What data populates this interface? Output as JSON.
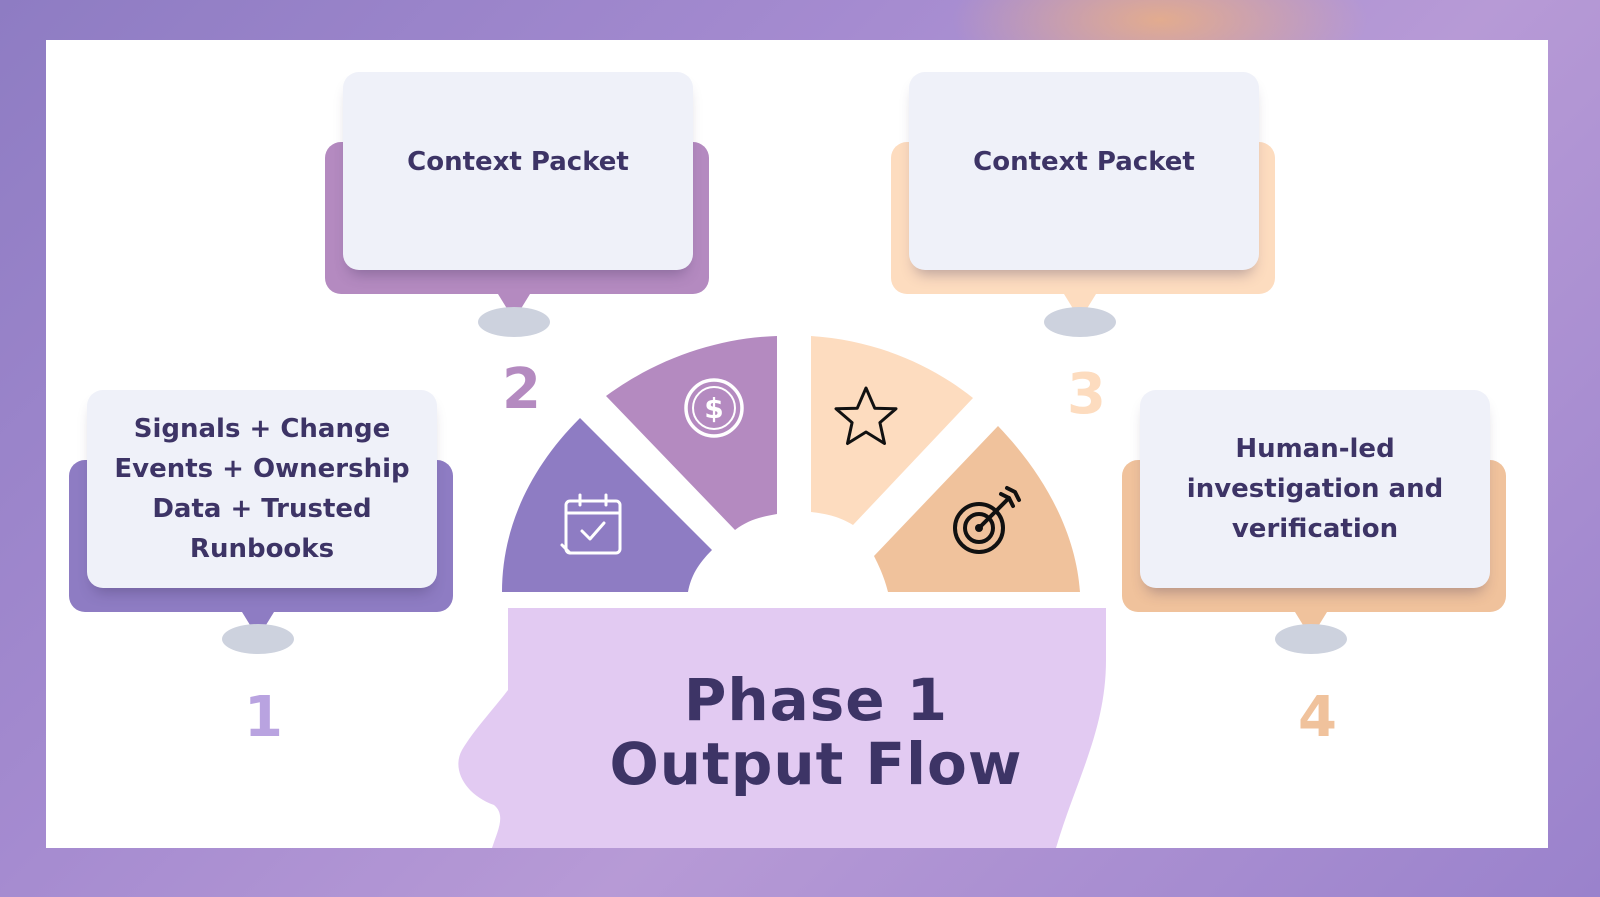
{
  "title": {
    "line1": "Phase 1",
    "line2": "Output Flow"
  },
  "steps": [
    {
      "number": "1",
      "text": "Signals + Change Events + Ownership Data + Trusted Runbooks",
      "color": "#8e7cc3",
      "icon": "calendar-check-icon"
    },
    {
      "number": "2",
      "text": "Context Packet",
      "color": "#b48ac0",
      "icon": "dollar-coin-icon"
    },
    {
      "number": "3",
      "text": "Context Packet",
      "color": "#fddcbf",
      "icon": "star-icon"
    },
    {
      "number": "4",
      "text": "Human-led investigation and verification",
      "color": "#f0c29c",
      "icon": "target-arrow-icon"
    }
  ],
  "colors": {
    "title": "#3d3466",
    "head": "#e2caf2",
    "card": "#eff1f9",
    "num1": "#b9a3e0",
    "num2": "#b48ac0",
    "num3": "#fddcbf",
    "num4": "#f0c29c"
  }
}
